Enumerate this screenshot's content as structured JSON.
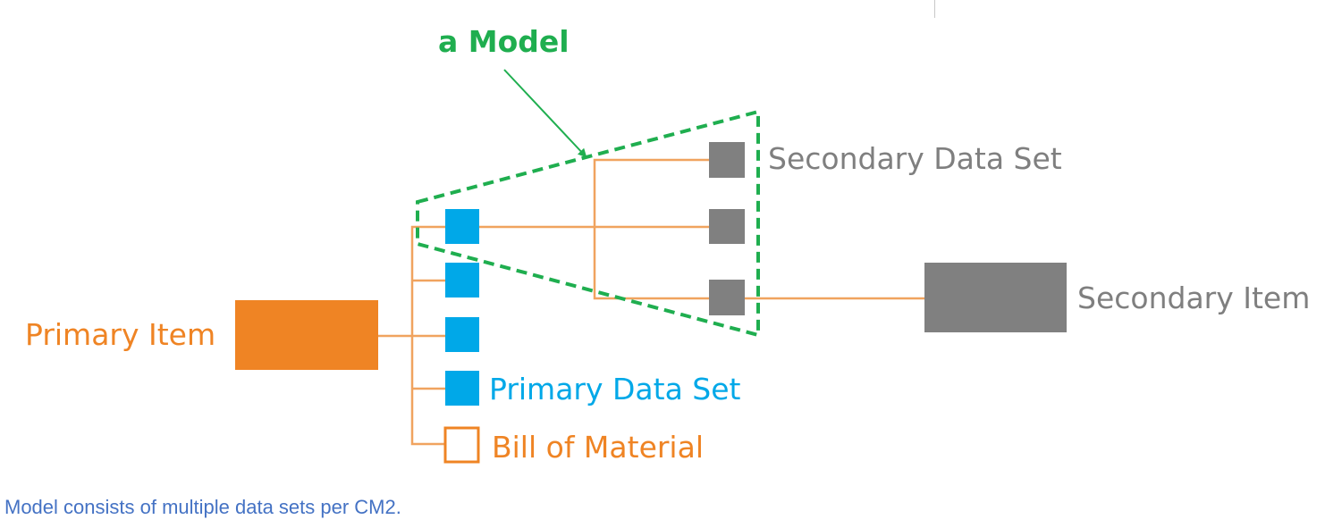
{
  "colors": {
    "primary_orange": "#ef8424",
    "connector_orange": "#f0a35f",
    "dataset_blue": "#00a8e8",
    "secondary_gray": "#808080",
    "model_green": "#1fae4f",
    "caption_blue": "#4472c4",
    "label_gray": "#7f7f7f"
  },
  "labels": {
    "model": "a Model",
    "primary_item": "Primary Item",
    "primary_data_set": "Primary Data Set",
    "bill_of_material": "Bill of Material",
    "secondary_data_set": "Secondary Data Set",
    "secondary_item": "Secondary Item"
  },
  "nodes": {
    "primary_data_sets": 4,
    "secondary_data_sets": 3,
    "bill_of_material": 1
  },
  "caption": "Model consists of multiple data sets per CM2."
}
